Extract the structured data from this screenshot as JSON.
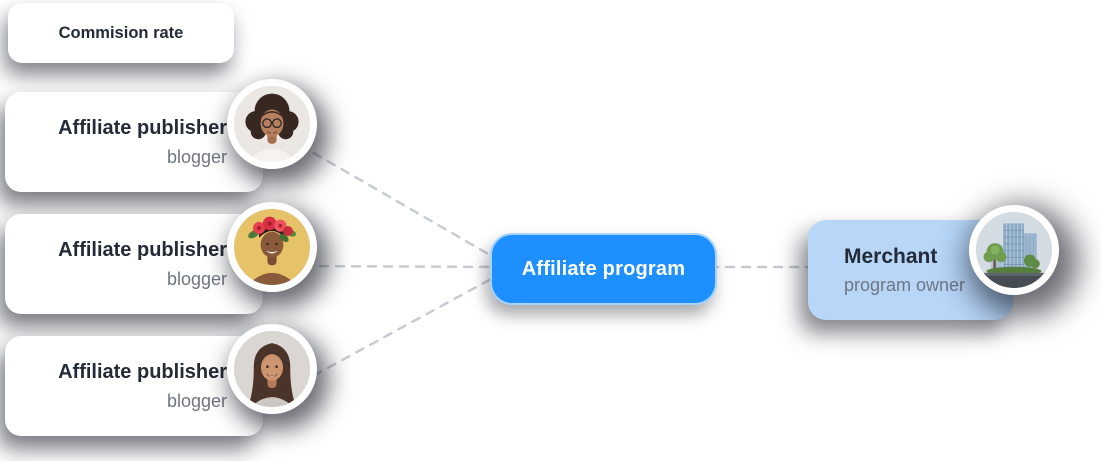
{
  "colors": {
    "program_bg": "#1E8FFE",
    "program_text": "#FFFFFF",
    "merchant_bg": "#B7D6F8",
    "card_bg": "#FFFFFF",
    "title_text": "#242B38",
    "subtitle_text": "#6F7683",
    "connector": "#C7CBD3",
    "avatar_ring": "#FFFFFF"
  },
  "commission_card": {
    "label": "Commision rate"
  },
  "publishers": [
    {
      "title": "Affiliate publisher",
      "subtitle": "blogger",
      "avatar_icon": "woman-curly-hair-glasses-avatar"
    },
    {
      "title": "Affiliate publisher",
      "subtitle": "blogger",
      "avatar_icon": "woman-red-flower-crown-avatar"
    },
    {
      "title": "Affiliate publisher",
      "subtitle": "blogger",
      "avatar_icon": "woman-long-brown-hair-avatar"
    }
  ],
  "program_node": {
    "label": "Affiliate program"
  },
  "merchant_node": {
    "title": "Merchant",
    "subtitle": "program owner",
    "avatar_icon": "office-building-avatar"
  }
}
